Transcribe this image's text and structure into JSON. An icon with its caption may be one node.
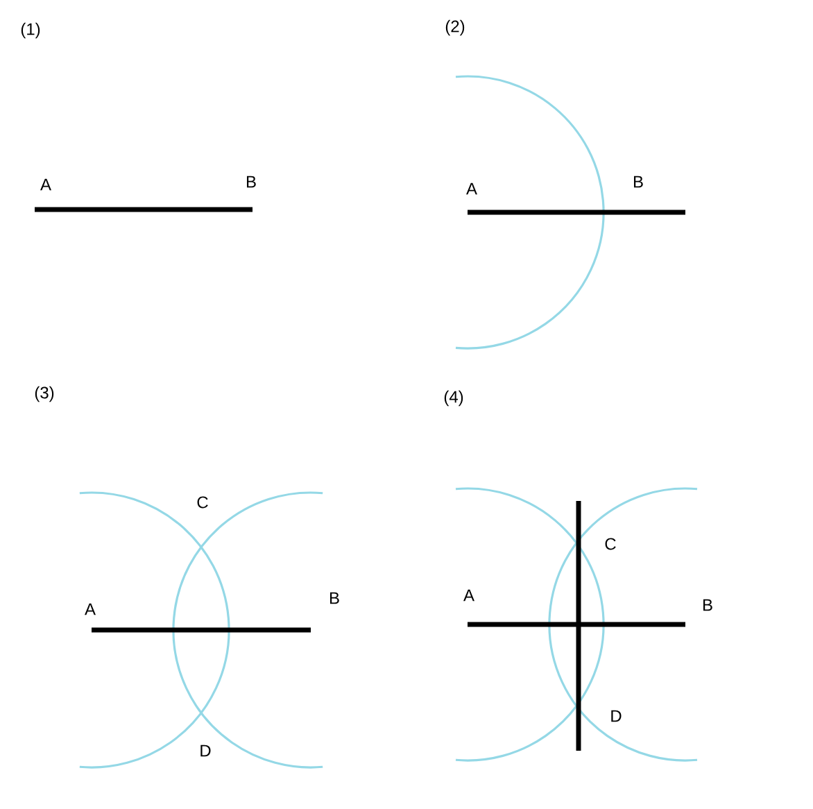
{
  "diagram": {
    "labels": [
      "(1)",
      "A",
      "B",
      "(2)",
      "A",
      "B",
      "(3)",
      "C",
      "A",
      "B",
      "D",
      "(4)",
      "C",
      "A",
      "B",
      "D"
    ]
  }
}
